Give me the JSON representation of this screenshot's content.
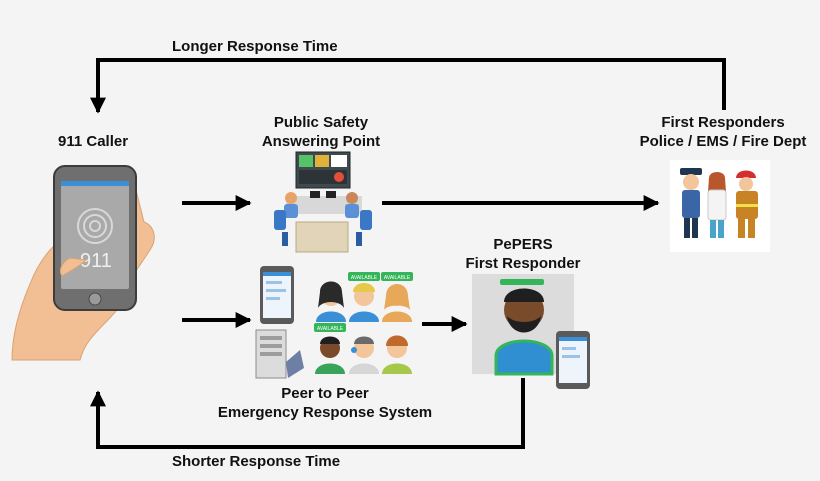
{
  "labels": {
    "longer": "Longer Response Time",
    "shorter": "Shorter Response Time",
    "caller": "911 Caller",
    "psap_line1": "Public Safety",
    "psap_line2": "Answering Point",
    "first_resp_line1": "First Responders",
    "first_resp_line2": "Police / EMS / Fire Dept",
    "pepers_line1": "PePERS",
    "pepers_line2": "First Responder",
    "p2p_line1": "Peer to Peer",
    "p2p_line2": "Emergency Response System",
    "phone_number": "911",
    "available": "AVAILABLE"
  },
  "colors": {
    "arrow": "#000000",
    "status_green": "#35b55a",
    "screen_blue": "#3a8fd6",
    "background": "#f4f4f4"
  }
}
